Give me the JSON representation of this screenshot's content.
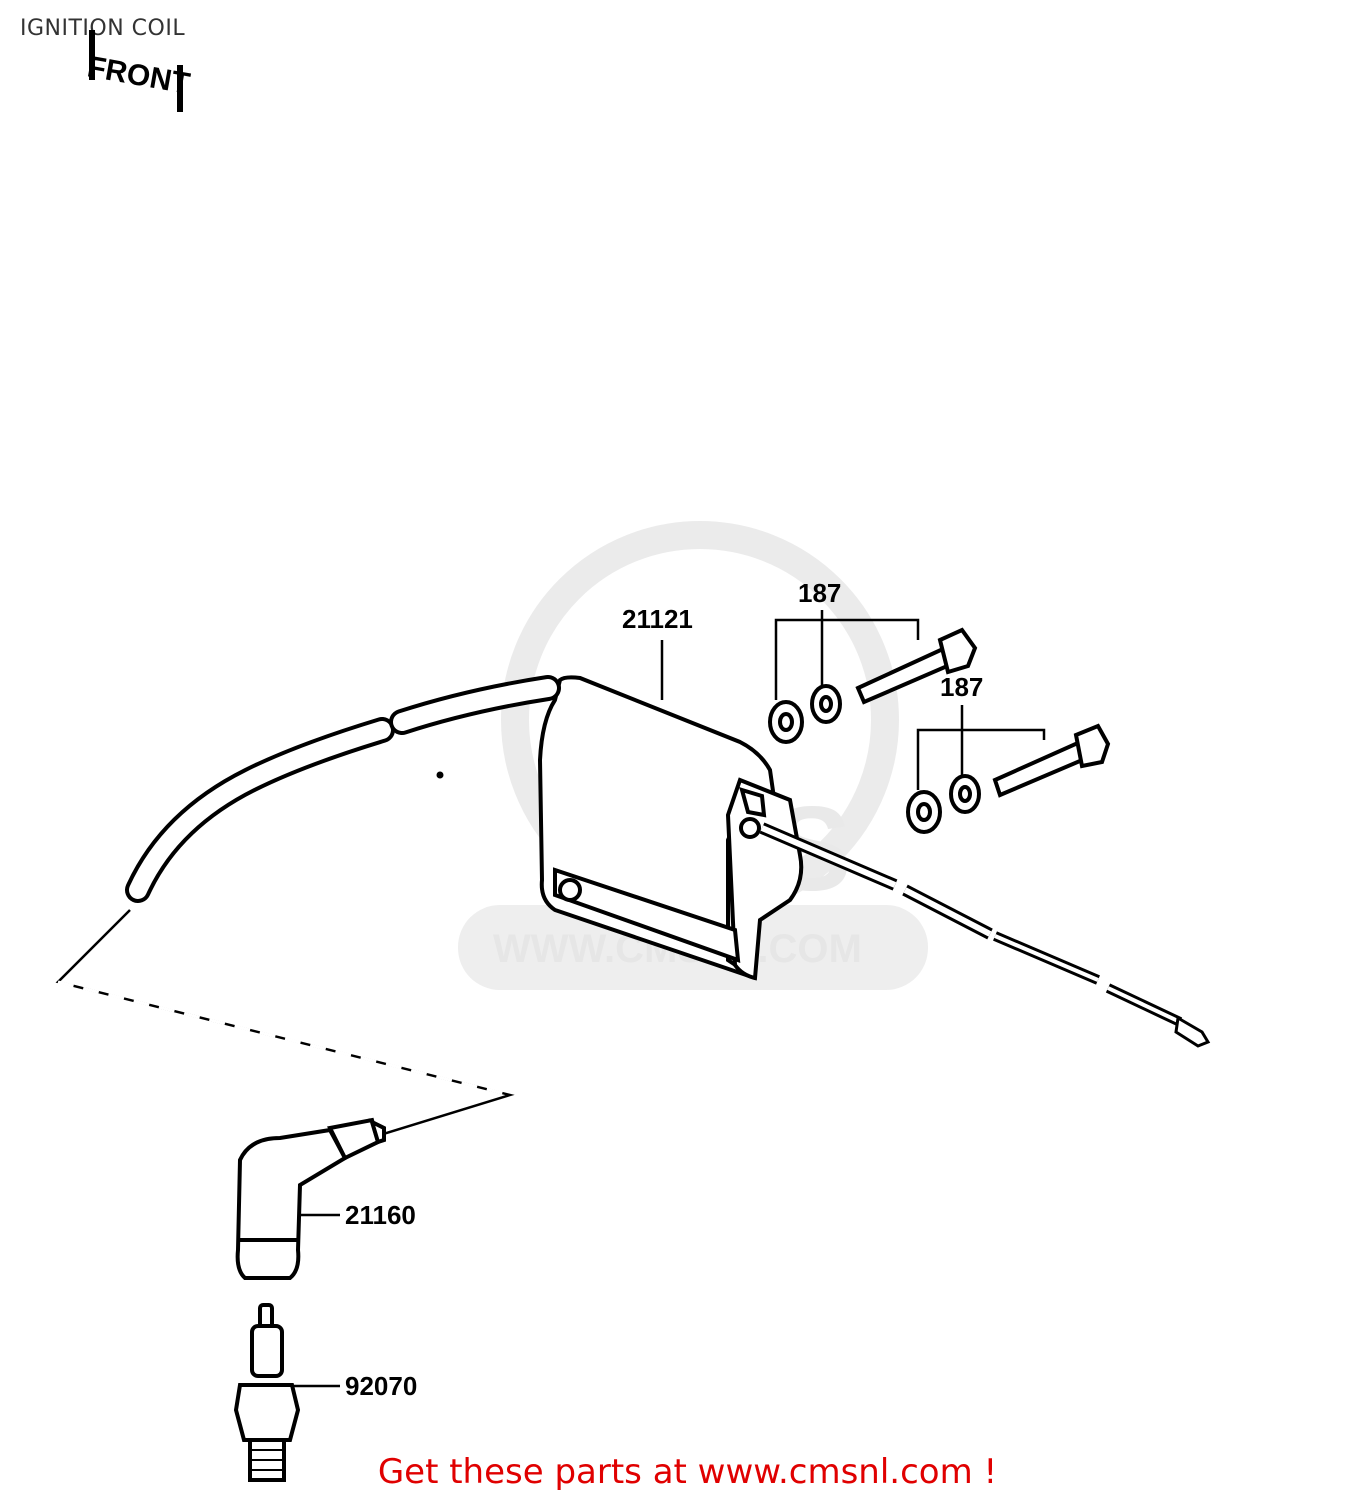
{
  "header": {
    "title": "IGNITION COIL"
  },
  "front_marker": {
    "label": "FRONT"
  },
  "watermark": {
    "brand": "CMS",
    "site": "WWW.CMSNL.COM"
  },
  "parts": [
    {
      "number": "21121"
    },
    {
      "number": "187"
    },
    {
      "number": "187"
    },
    {
      "number": "21160"
    },
    {
      "number": "92070"
    }
  ],
  "footer": {
    "cta": "Get these parts at www.cmsnl.com !"
  }
}
